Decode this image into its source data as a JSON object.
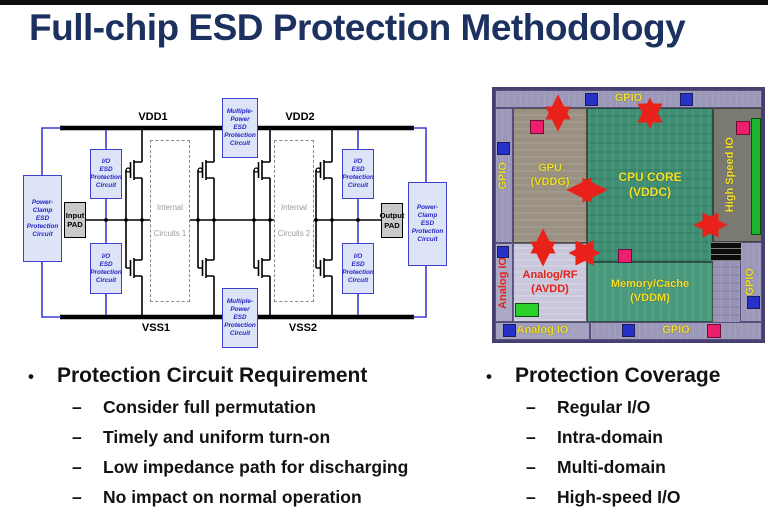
{
  "title": "Full-chip ESD Protection Methodology",
  "colors": {
    "title_navy": "#1c3160",
    "esd_box_blue": "#4040cf",
    "arrow_red": "#e8221a",
    "io_square_blue": "#2531c8",
    "io_square_pink": "#ed1e6e",
    "io_square_green": "#2ad12a",
    "label_yellow": "#f2e22a",
    "label_red": "#e3241d"
  },
  "circuit": {
    "vdd1": "VDD1",
    "vdd2": "VDD2",
    "vss1": "VSS1",
    "vss2": "VSS2",
    "power_clamp": "Power-\nClamp\nESD\nProtection\nCircuit",
    "io_esd": "I/O\nESD\nProtection\nCircuit",
    "multi_power": "Multiple-\nPower\nESD\nProtection\nCircuit",
    "input_pad": "Input\nPAD",
    "output_pad": "Output\nPAD",
    "internal_1": "Internal\nCircuits 1",
    "internal_2": "Internal\nCircuits 2"
  },
  "floorplan": {
    "gpio": "GPIO",
    "analog_io": "Analog IO",
    "high_speed_io": "High Speed IO",
    "gpu": "GPU\n(VDDG)",
    "cpu": "CPU CORE\n(VDDC)",
    "analog_rf": "Analog/RF\n(AVDD)",
    "memory": "Memory/Cache\n(VDDM)"
  },
  "markers": {
    "bullet": "•",
    "dash": "–"
  },
  "bullets_left": {
    "header": "Protection Circuit Requirement",
    "items": [
      "Consider full permutation",
      "Timely and uniform turn-on",
      "Low impedance path for discharging",
      "No impact on normal operation"
    ]
  },
  "bullets_right": {
    "header": "Protection Coverage",
    "items": [
      "Regular I/O",
      "Intra-domain",
      "Multi-domain",
      "High-speed I/O"
    ]
  }
}
